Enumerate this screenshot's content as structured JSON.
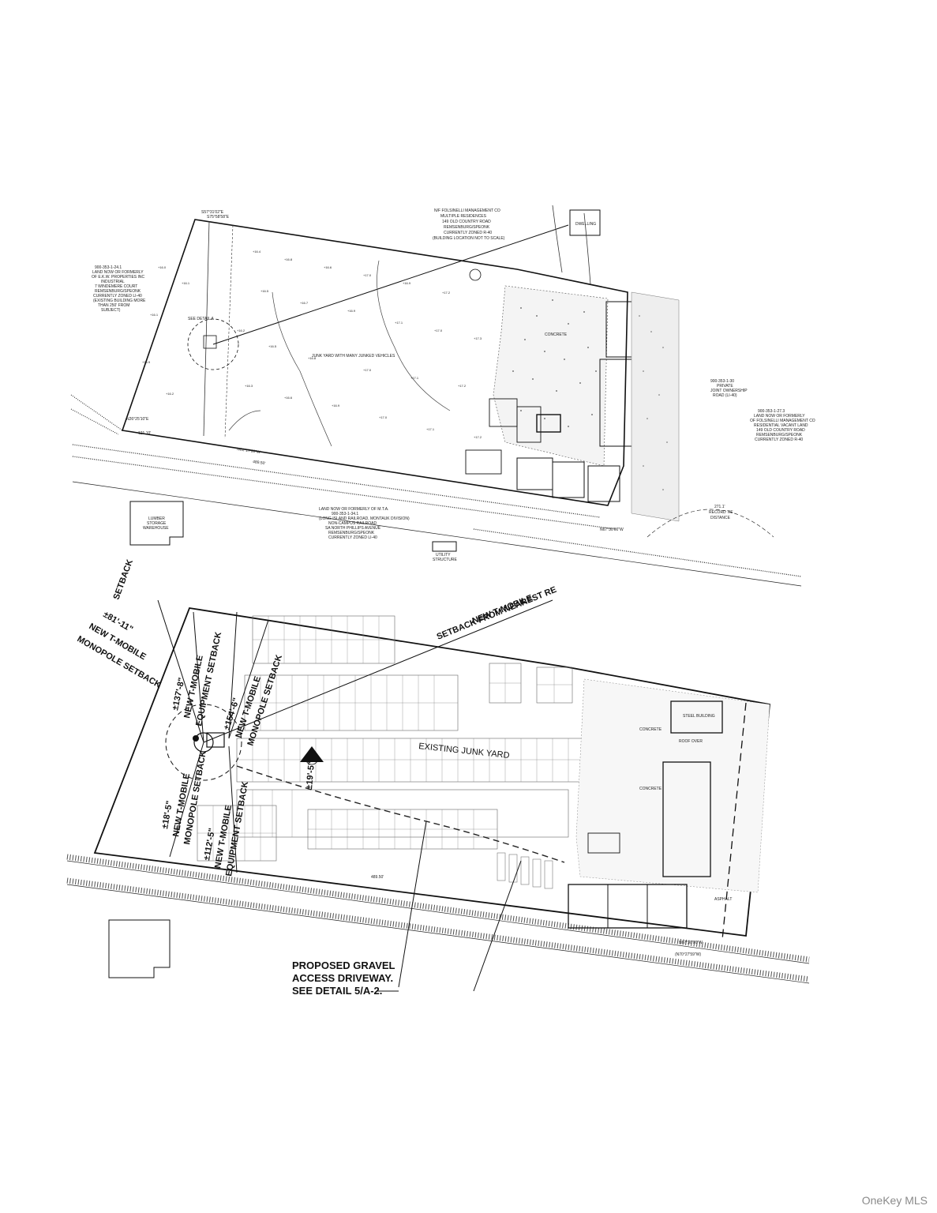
{
  "survey": {
    "bearing_top": "S57°31'02\"E",
    "bearing_top_2": "S75°58'58\"E",
    "owner_top_line1": "N/F FOLSINELLI MANAGEMENT CO",
    "owner_top_line2": "MULTIPLE RESIDENCES",
    "owner_top_line3": "149 OLD COUNTRY ROAD",
    "owner_top_line4": "REMSENBURG/SPEONK",
    "owner_top_line5": "CURRENTLY ZONED R-40",
    "owner_top_line6": "(BUILDING LOCATION NOT TO SCALE)",
    "dwelling": "DWELLING",
    "owner_left_line1": "900-353-1-24.1",
    "owner_left_line2": "LAND NOW OR FORMERLY",
    "owner_left_line3": "OF E.K.W. PROPERTIES INC",
    "owner_left_line4": "INDUSTRIAL",
    "owner_left_line5": "7 WINDEMERE COURT",
    "owner_left_line6": "REMSENBURG/SPEONK",
    "owner_left_line7": "CURRENTLY ZONED LI-40",
    "owner_left_line8": "(EXISTING BUILDING MORE",
    "owner_left_line9": "THAN 250' FROM",
    "owner_left_line10": "SUBJECT)",
    "see_detail": "SEE DETAIL A",
    "junk_yard_label": "JUNK YARD WITH MANY JUNKED VEHICLES",
    "concrete": "CONCRETE",
    "right_owner1_line1": "900-353-1-30",
    "right_owner1_line2": "PRIVATE",
    "right_owner1_line3": "JOINT OWNERSHIP",
    "right_owner1_line4": "ROAD (LI-40)",
    "right_owner2_line1": "900-353-1-27.3",
    "right_owner2_line2": "LAND NOW OR FORMERLY",
    "right_owner2_line3": "OF FOLSINELLI MANAGEMENT CO",
    "right_owner2_line4": "RESIDENTIAL VACANT LAND",
    "right_owner2_line5": "149 OLD COUNTRY ROAD",
    "right_owner2_line6": "REMSENBURG/SPEONK",
    "right_owner2_line7": "CURRENTLY ZONED R-40",
    "record_tie": "RECORD TIE",
    "record_tie2": "DISTANCE",
    "record_tie_dist": "271.1'",
    "railroad_line1": "LAND NOW OR FORMERLY OF M.T.A.",
    "railroad_line2": "900-353-1-34.1",
    "railroad_line3": "(LONG ISLAND RAILROAD, MONTAUK DIVISION)",
    "railroad_line4": "NON-CAMPUS RAILROAD",
    "railroad_line5": "SA NORTH PHILLIPS AVENUE",
    "railroad_line6": "REMSENBURG/SPEONK",
    "railroad_line7": "CURRENTLY ZONED LI-40",
    "lumber_line1": "LUMBER",
    "lumber_line2": "STORAGE",
    "lumber_line3": "WAREHOUSE",
    "utility_line1": "UTILITY",
    "utility_line2": "STRUCTURE",
    "dim_bottom": "N61°17'00\"W",
    "dim_bottom_2": "489.50'",
    "dim_left": "N26°25'10\"E",
    "dim_left2": "121.10'",
    "dim_right": "N67°30'00\"W"
  },
  "site_plan": {
    "setback_top": "SETBACK",
    "setback_nearest": "NEW T-MOBILE",
    "setback_nearest2": "SETBACK FROM NEAREST RE",
    "dim_81": "±81'-11\"",
    "dim_81_l2": "NEW T-MOBILE",
    "dim_81_l3": "MONOPOLE SETBACK",
    "dim_137": "±137'-8\"",
    "dim_137_l2": "NEW T-MOBILE",
    "dim_137_l3": "EQUIPMENT SETBACK",
    "dim_154": "±154'-6\"",
    "dim_154_l2": "NEW T-MOBILE",
    "dim_154_l3": "MONOPOLE SETBACK",
    "dim_18": "±18'-5\"",
    "dim_18_l2": "NEW T-MOBILE",
    "dim_18_l3": "MONOPOLE SETBACK",
    "dim_112": "±112'-5\"",
    "dim_112_l2": "NEW T-MOBILE",
    "dim_112_l3": "EQUIPMENT SETBACK",
    "dim_19": "±19'-5\"",
    "existing_junk_yard": "EXISTING JUNK YARD",
    "concrete": "CONCRETE",
    "steel_building": "STEEL BUILDING",
    "roof_over": "ROOF OVER",
    "asphalt": "ASPHALT",
    "driveway_line1": "PROPOSED GRAVEL",
    "driveway_line2": "ACCESS DRIVEWAY.",
    "driveway_line3": "SEE DETAIL 5/A-2.",
    "dim_bottom": "489.50'",
    "dim_right": "N67°30'00\"W",
    "dim_right2": "(N70°27'59\"W)"
  },
  "watermark": "OneKey MLS"
}
